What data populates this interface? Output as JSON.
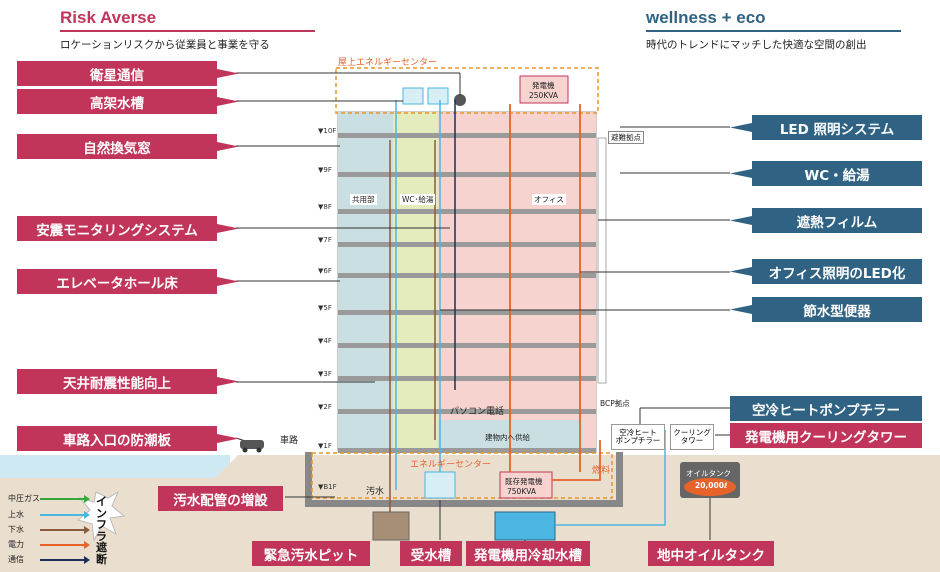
{
  "header": {
    "left_title": "Risk Averse",
    "left_sub": "ロケーションリスクから従業員と事業を守る",
    "right_title": "wellness + eco",
    "right_sub": "時代のトレンドにマッチした快適な空間の創出"
  },
  "colors": {
    "red": "#c1355a",
    "blue": "#2f6283",
    "title_red": "#c1355a",
    "title_blue": "#2f6283",
    "orange": "#e8632a",
    "water": "#4bb6e2",
    "sewage": "#8b5a3c",
    "comm": "#1b2f5a",
    "gas": "#3aa63a"
  },
  "left_labels": [
    "衛星通信",
    "高架水槽",
    "自然換気窓",
    "安震モニタリングシステム",
    "エレベータホール床",
    "天井耐震性能向上",
    "車路入口の防潮板"
  ],
  "right_labels": [
    "LED 照明システム",
    "WC・給湯",
    "遮熱フィルム",
    "オフィス照明のLED化",
    "節水型便器",
    "空冷ヒートポンプチラー",
    "発電機用クーリングタワー"
  ],
  "bottom_labels": [
    "汚水配管の増設",
    "緊急汚水ピット",
    "受水槽",
    "発電機用冷却水槽",
    "地中オイルタンク"
  ],
  "floors": [
    "▼10F",
    "▼9F",
    "▼8F",
    "▼7F",
    "▼6F",
    "▼5F",
    "▼4F",
    "▼3F",
    "▼2F",
    "▼1F",
    "▼B1F"
  ],
  "building": {
    "rooftop_center": "屋上エネルギーセンター",
    "energy_center": "エネルギーセンター",
    "generator": "発電機",
    "generator_kva": "250KVA",
    "existing_generator": "既存発電機",
    "existing_kva": "750KVA",
    "zone_common": "共用部",
    "zone_wc": "WC･給湯",
    "zone_office": "オフィス",
    "evac": "避難拠点",
    "bcp": "BCP拠点",
    "pc_phone": "パソコン電話",
    "supply": "建物内へ供給",
    "sewage": "汚水",
    "fuel": "燃料",
    "road": "車路",
    "chiller_box": "空冷ヒート\nポンプチラー",
    "cooling_box": "クーリング\nタワー",
    "oil_tank": "オイルタンク",
    "oil_volume": "20,000ℓ"
  },
  "legend": [
    {
      "label": "中圧ガス",
      "color": "#3aa63a"
    },
    {
      "label": "上水",
      "color": "#4bb6e2"
    },
    {
      "label": "下水",
      "color": "#8b5a3c"
    },
    {
      "label": "電力",
      "color": "#e8632a"
    },
    {
      "label": "通信",
      "color": "#1b2f5a"
    }
  ],
  "infra_cut": "インフラ遮断"
}
